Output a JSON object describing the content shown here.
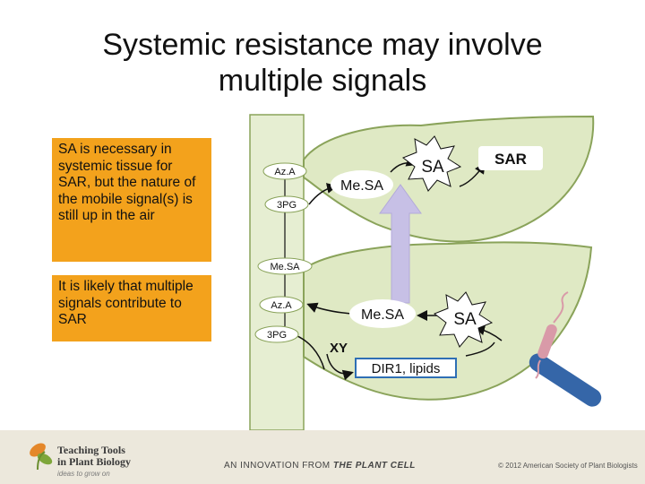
{
  "title": {
    "line1": "Systemic resistance may involve",
    "line2": "multiple signals"
  },
  "textboxes": {
    "box1": "SA is necessary in systemic tissue for SAR, but the nature of the mobile signal(s) is still up in the air",
    "box2": "It is likely that multiple signals contribute to SAR"
  },
  "diagram": {
    "upper_leaf": {
      "aza": "Az.A",
      "g3p": "3PG",
      "mesa": "Me.SA",
      "sa": "SA",
      "sar": "SAR"
    },
    "stem": {
      "mesa": "Me.SA"
    },
    "lower_leaf": {
      "aza": "Az.A",
      "g3p": "3PG",
      "mesa": "Me.SA",
      "sa": "SA",
      "xy": "XY",
      "dir1": "DIR1, lipids"
    },
    "colors": {
      "leaf_fill": "#dfe9c4",
      "leaf_stroke": "#8aa35a",
      "stem_fill": "#e6eed2",
      "mobile_arrow": "#c7c0e6",
      "dir1_box": "#2e6fb5",
      "pathogen_rod": "#3566a8",
      "pathogen_pink": "#d99aa8"
    }
  },
  "footer": {
    "logo_line1": "Teaching Tools",
    "logo_line2": "in Plant Biology",
    "tagline": "ideas to grow on",
    "innovation": "AN INNOVATION FROM ",
    "innovation_journal": "THE PLANT CELL",
    "copyright": "© 2012 American Society of Plant Biologists"
  }
}
